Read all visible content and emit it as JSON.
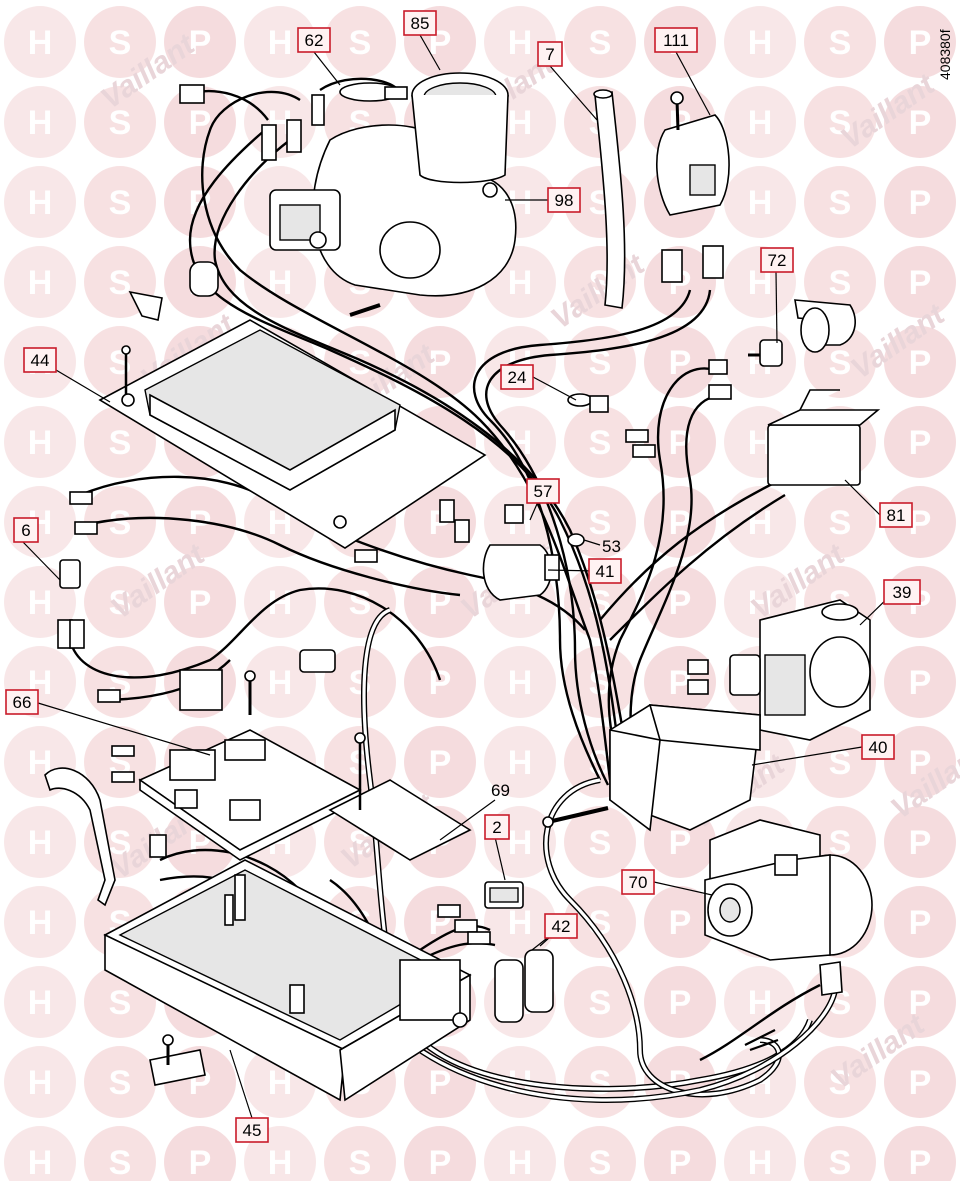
{
  "drawing_ref": "408380f",
  "watermark": {
    "letters": [
      "H",
      "S",
      "P"
    ],
    "colors": [
      "#f3d4d6",
      "#f0c8cb",
      "#ecbfc3"
    ],
    "brand_text": "Vaillant"
  },
  "callouts": [
    {
      "id": "62",
      "label": "62",
      "boxed": true
    },
    {
      "id": "85",
      "label": "85",
      "boxed": true
    },
    {
      "id": "7",
      "label": "7",
      "boxed": true
    },
    {
      "id": "111",
      "label": "111",
      "boxed": true
    },
    {
      "id": "98",
      "label": "98",
      "boxed": true
    },
    {
      "id": "72",
      "label": "72",
      "boxed": true
    },
    {
      "id": "44",
      "label": "44",
      "boxed": true
    },
    {
      "id": "24",
      "label": "24",
      "boxed": true
    },
    {
      "id": "57",
      "label": "57",
      "boxed": true
    },
    {
      "id": "81",
      "label": "81",
      "boxed": true
    },
    {
      "id": "6",
      "label": "6",
      "boxed": true
    },
    {
      "id": "53",
      "label": "53",
      "boxed": false
    },
    {
      "id": "41",
      "label": "41",
      "boxed": true
    },
    {
      "id": "39",
      "label": "39",
      "boxed": true
    },
    {
      "id": "66",
      "label": "66",
      "boxed": true
    },
    {
      "id": "40",
      "label": "40",
      "boxed": true
    },
    {
      "id": "69",
      "label": "69",
      "boxed": false
    },
    {
      "id": "2",
      "label": "2",
      "boxed": true
    },
    {
      "id": "70",
      "label": "70",
      "boxed": true
    },
    {
      "id": "42",
      "label": "42",
      "boxed": true
    },
    {
      "id": "45",
      "label": "45",
      "boxed": true
    }
  ]
}
